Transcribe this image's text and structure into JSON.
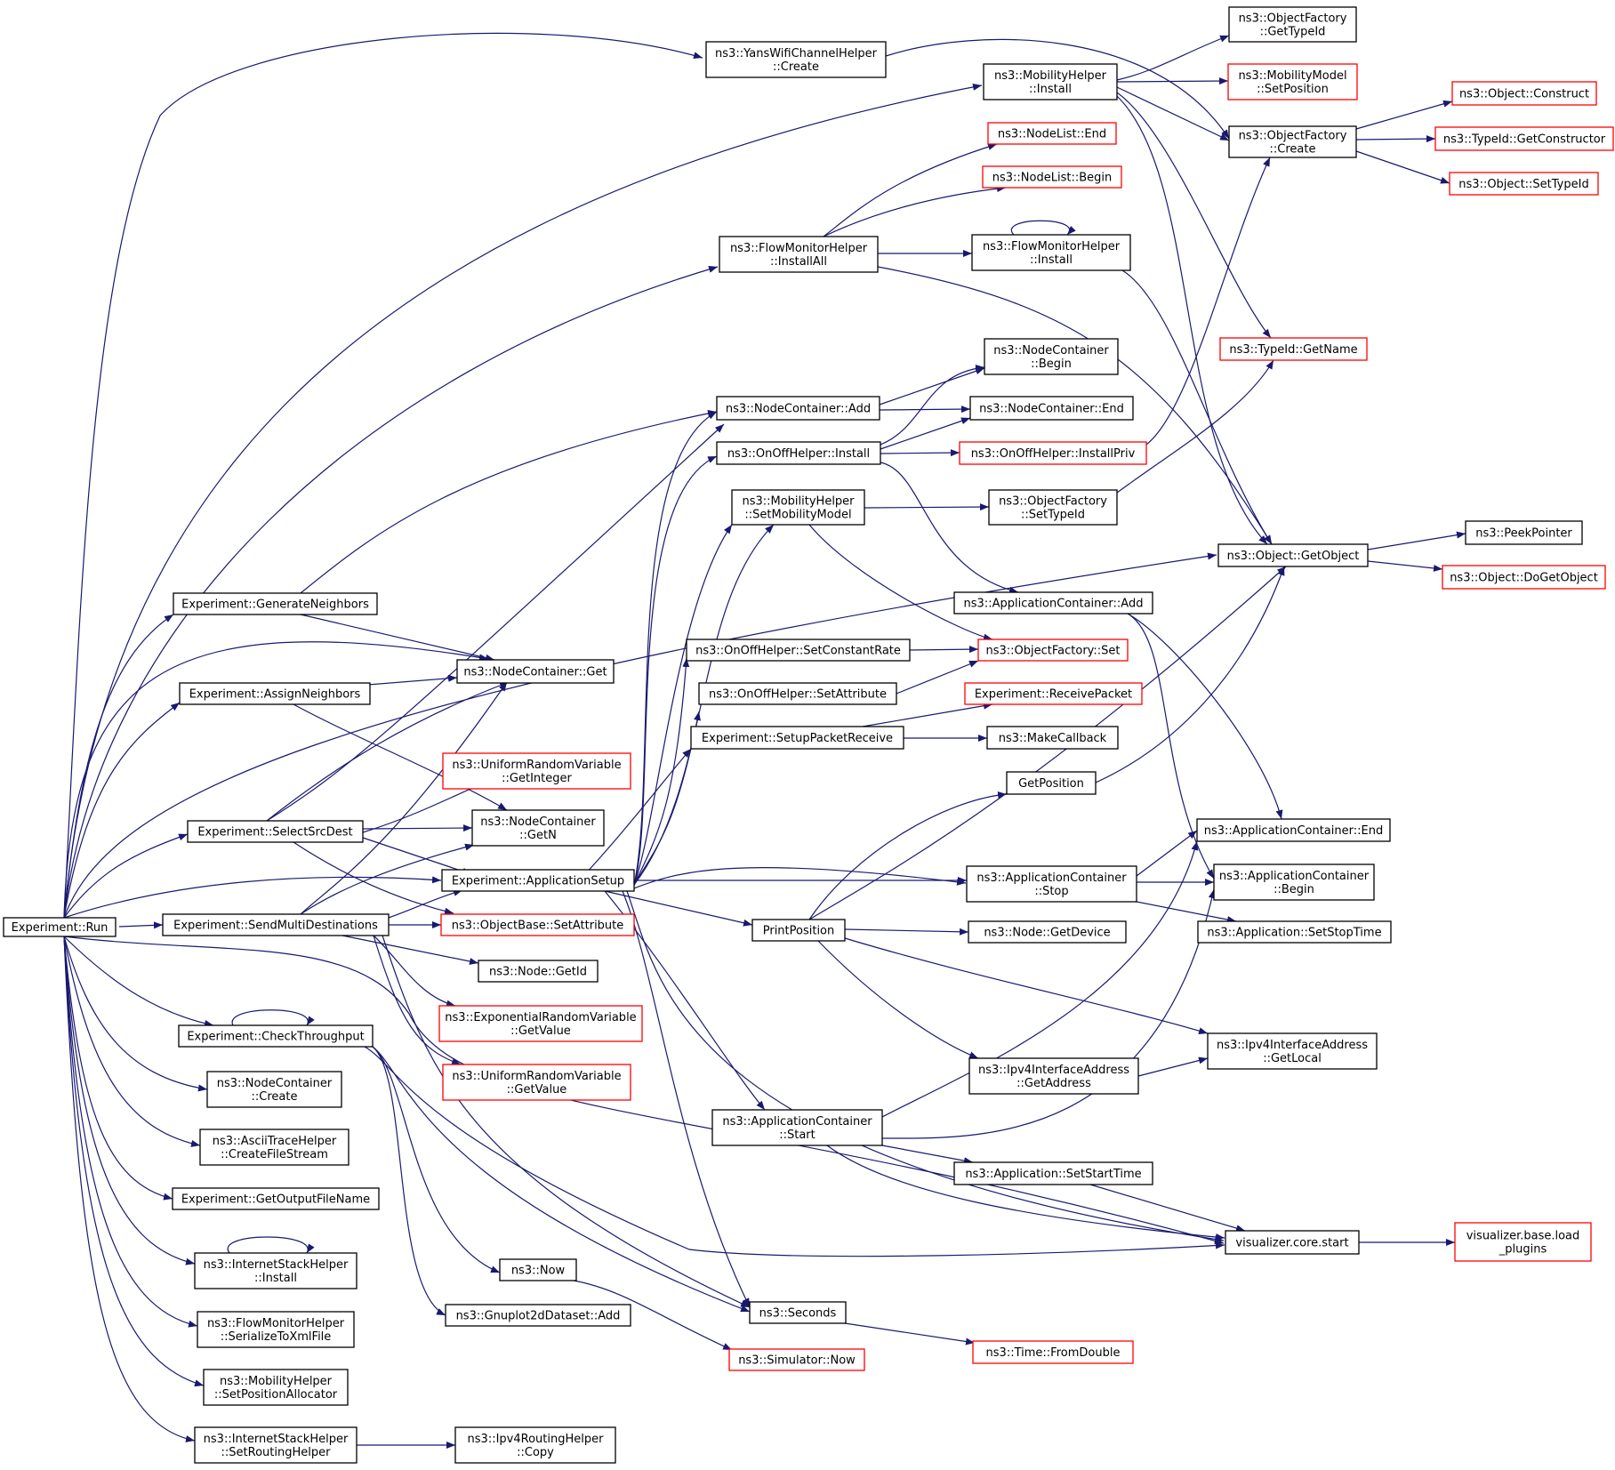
{
  "colors": {
    "edge": "#191970",
    "box_border": "#000000",
    "box_border_truncated": "#ff0000",
    "root_fill": "#bfbfbf"
  },
  "diagram": {
    "nodes": [
      {
        "id": "run",
        "lines": [
          "Experiment::Run"
        ],
        "style": "root"
      },
      {
        "id": "gen_neighbors",
        "lines": [
          "Experiment::GenerateNeighbors"
        ],
        "style": "normal"
      },
      {
        "id": "assign_neighbors",
        "lines": [
          "Experiment::AssignNeighbors"
        ],
        "style": "normal"
      },
      {
        "id": "select_src_dest",
        "lines": [
          "Experiment::SelectSrcDest"
        ],
        "style": "normal"
      },
      {
        "id": "send_multi",
        "lines": [
          "Experiment::SendMultiDestinations"
        ],
        "style": "normal"
      },
      {
        "id": "check_throughput",
        "lines": [
          "Experiment::CheckThroughput"
        ],
        "style": "normal"
      },
      {
        "id": "nc_create",
        "lines": [
          "ns3::NodeContainer",
          "::Create"
        ],
        "style": "normal"
      },
      {
        "id": "ascii_trace",
        "lines": [
          "ns3::AsciiTraceHelper",
          "::CreateFileStream"
        ],
        "style": "normal"
      },
      {
        "id": "get_output_file",
        "lines": [
          "Experiment::GetOutputFileName"
        ],
        "style": "normal"
      },
      {
        "id": "inet_install",
        "lines": [
          "ns3::InternetStackHelper",
          "::Install"
        ],
        "style": "normal"
      },
      {
        "id": "fm_serialize",
        "lines": [
          "ns3::FlowMonitorHelper",
          "::SerializeToXmlFile"
        ],
        "style": "normal"
      },
      {
        "id": "mh_setposalloc",
        "lines": [
          "ns3::MobilityHelper",
          "::SetPositionAllocator"
        ],
        "style": "normal"
      },
      {
        "id": "inet_setrouting",
        "lines": [
          "ns3::InternetStackHelper",
          "::SetRoutingHelper"
        ],
        "style": "normal"
      },
      {
        "id": "ipv4_routing_copy",
        "lines": [
          "ns3::Ipv4RoutingHelper",
          "::Copy"
        ],
        "style": "normal"
      },
      {
        "id": "nc_get",
        "lines": [
          "ns3::NodeContainer::Get"
        ],
        "style": "normal"
      },
      {
        "id": "urv_getinteger",
        "lines": [
          "ns3::UniformRandomVariable",
          "::GetInteger"
        ],
        "style": "truncated"
      },
      {
        "id": "nc_getn",
        "lines": [
          "ns3::NodeContainer",
          "::GetN"
        ],
        "style": "normal"
      },
      {
        "id": "app_setup",
        "lines": [
          "Experiment::ApplicationSetup"
        ],
        "style": "normal"
      },
      {
        "id": "objbase_setattr",
        "lines": [
          "ns3::ObjectBase::SetAttribute"
        ],
        "style": "truncated"
      },
      {
        "id": "node_getid",
        "lines": [
          "ns3::Node::GetId"
        ],
        "style": "normal"
      },
      {
        "id": "erv_getvalue",
        "lines": [
          "ns3::ExponentialRandomVariable",
          "::GetValue"
        ],
        "style": "truncated"
      },
      {
        "id": "urv_getvalue",
        "lines": [
          "ns3::UniformRandomVariable",
          "::GetValue"
        ],
        "style": "truncated"
      },
      {
        "id": "now",
        "lines": [
          "ns3::Now"
        ],
        "style": "normal"
      },
      {
        "id": "gnuplot_add",
        "lines": [
          "ns3::Gnuplot2dDataset::Add"
        ],
        "style": "normal"
      },
      {
        "id": "sim_now",
        "lines": [
          "ns3::Simulator::Now"
        ],
        "style": "truncated"
      },
      {
        "id": "yans_create",
        "lines": [
          "ns3::YansWifiChannelHelper",
          "::Create"
        ],
        "style": "normal"
      },
      {
        "id": "mh_install",
        "lines": [
          "ns3::MobilityHelper",
          "::Install"
        ],
        "style": "normal"
      },
      {
        "id": "fm_installall",
        "lines": [
          "ns3::FlowMonitorHelper",
          "::InstallAll"
        ],
        "style": "normal"
      },
      {
        "id": "nc_add",
        "lines": [
          "ns3::NodeContainer::Add"
        ],
        "style": "normal"
      },
      {
        "id": "onoff_install",
        "lines": [
          "ns3::OnOffHelper::Install"
        ],
        "style": "normal"
      },
      {
        "id": "mh_setmobility",
        "lines": [
          "ns3::MobilityHelper",
          "::SetMobilityModel"
        ],
        "style": "normal"
      },
      {
        "id": "onoff_setrate",
        "lines": [
          "ns3::OnOffHelper::SetConstantRate"
        ],
        "style": "normal"
      },
      {
        "id": "onoff_setattr",
        "lines": [
          "ns3::OnOffHelper::SetAttribute"
        ],
        "style": "normal"
      },
      {
        "id": "setup_recv",
        "lines": [
          "Experiment::SetupPacketReceive"
        ],
        "style": "normal"
      },
      {
        "id": "print_position",
        "lines": [
          "PrintPosition"
        ],
        "style": "normal"
      },
      {
        "id": "ac_start",
        "lines": [
          "ns3::ApplicationContainer",
          "::Start"
        ],
        "style": "normal"
      },
      {
        "id": "seconds",
        "lines": [
          "ns3::Seconds"
        ],
        "style": "normal"
      },
      {
        "id": "nl_end",
        "lines": [
          "ns3::NodeList::End"
        ],
        "style": "truncated"
      },
      {
        "id": "nl_begin",
        "lines": [
          "ns3::NodeList::Begin"
        ],
        "style": "truncated"
      },
      {
        "id": "fm_install",
        "lines": [
          "ns3::FlowMonitorHelper",
          "::Install"
        ],
        "style": "normal"
      },
      {
        "id": "nc_begin",
        "lines": [
          "ns3::NodeContainer",
          "::Begin"
        ],
        "style": "normal"
      },
      {
        "id": "nc_end",
        "lines": [
          "ns3::NodeContainer::End"
        ],
        "style": "normal"
      },
      {
        "id": "onoff_installpriv",
        "lines": [
          "ns3::OnOffHelper::InstallPriv"
        ],
        "style": "truncated"
      },
      {
        "id": "of_settypeid",
        "lines": [
          "ns3::ObjectFactory",
          "::SetTypeId"
        ],
        "style": "normal"
      },
      {
        "id": "ac_add",
        "lines": [
          "ns3::ApplicationContainer::Add"
        ],
        "style": "normal"
      },
      {
        "id": "of_set",
        "lines": [
          "ns3::ObjectFactory::Set"
        ],
        "style": "truncated"
      },
      {
        "id": "recv_packet",
        "lines": [
          "Experiment::ReceivePacket"
        ],
        "style": "truncated"
      },
      {
        "id": "make_callback",
        "lines": [
          "ns3::MakeCallback"
        ],
        "style": "normal"
      },
      {
        "id": "get_position",
        "lines": [
          "GetPosition"
        ],
        "style": "normal"
      },
      {
        "id": "ac_stop",
        "lines": [
          "ns3::ApplicationContainer",
          "::Stop"
        ],
        "style": "normal"
      },
      {
        "id": "node_getdevice",
        "lines": [
          "ns3::Node::GetDevice"
        ],
        "style": "normal"
      },
      {
        "id": "ipv4if_getaddress",
        "lines": [
          "ns3::Ipv4InterfaceAddress",
          "::GetAddress"
        ],
        "style": "normal"
      },
      {
        "id": "app_setstarttime",
        "lines": [
          "ns3::Application::SetStartTime"
        ],
        "style": "normal"
      },
      {
        "id": "time_fromdouble",
        "lines": [
          "ns3::Time::FromDouble"
        ],
        "style": "truncated"
      },
      {
        "id": "of_gettypeid",
        "lines": [
          "ns3::ObjectFactory",
          "::GetTypeId"
        ],
        "style": "normal"
      },
      {
        "id": "mm_setposition",
        "lines": [
          "ns3::MobilityModel",
          "::SetPosition"
        ],
        "style": "truncated"
      },
      {
        "id": "of_create",
        "lines": [
          "ns3::ObjectFactory",
          "::Create"
        ],
        "style": "normal"
      },
      {
        "id": "typeid_getname",
        "lines": [
          "ns3::TypeId::GetName"
        ],
        "style": "truncated"
      },
      {
        "id": "obj_getobject",
        "lines": [
          "ns3::Object::GetObject"
        ],
        "style": "normal"
      },
      {
        "id": "ac_end",
        "lines": [
          "ns3::ApplicationContainer::End"
        ],
        "style": "normal"
      },
      {
        "id": "ac_begin",
        "lines": [
          "ns3::ApplicationContainer",
          "::Begin"
        ],
        "style": "normal"
      },
      {
        "id": "app_setstoptime",
        "lines": [
          "ns3::Application::SetStopTime"
        ],
        "style": "normal"
      },
      {
        "id": "ipv4if_getlocal",
        "lines": [
          "ns3::Ipv4InterfaceAddress",
          "::GetLocal"
        ],
        "style": "normal"
      },
      {
        "id": "vis_core_start",
        "lines": [
          "visualizer.core.start"
        ],
        "style": "normal"
      },
      {
        "id": "obj_construct",
        "lines": [
          "ns3::Object::Construct"
        ],
        "style": "truncated"
      },
      {
        "id": "typeid_getctor",
        "lines": [
          "ns3::TypeId::GetConstructor"
        ],
        "style": "truncated"
      },
      {
        "id": "obj_settypeid",
        "lines": [
          "ns3::Object::SetTypeId"
        ],
        "style": "truncated"
      },
      {
        "id": "peek_pointer",
        "lines": [
          "ns3::PeekPointer"
        ],
        "style": "normal"
      },
      {
        "id": "obj_dogetobject",
        "lines": [
          "ns3::Object::DoGetObject"
        ],
        "style": "truncated"
      },
      {
        "id": "vis_base_load",
        "lines": [
          "visualizer.base.load",
          "_plugins"
        ],
        "style": "truncated"
      }
    ]
  }
}
